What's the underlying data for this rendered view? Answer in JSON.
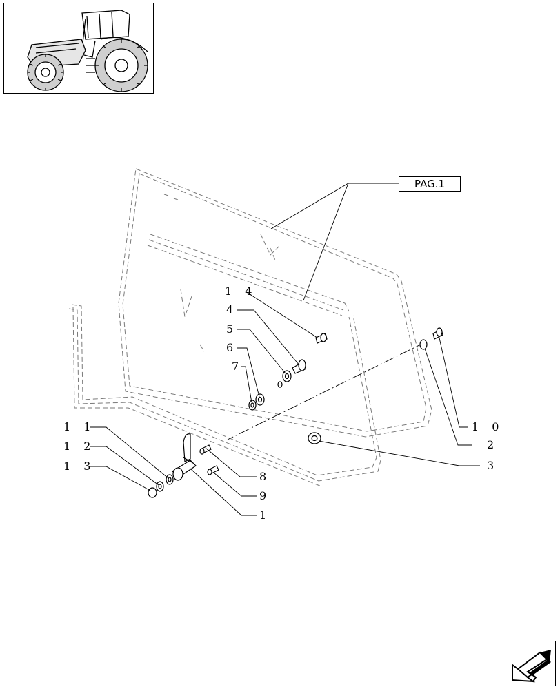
{
  "reference": {
    "label": "PAG.1"
  },
  "callouts": [
    "1",
    "2",
    "3",
    "4",
    "5",
    "6",
    "7",
    "8",
    "9",
    "1 0",
    "1 1",
    "1 2",
    "1 3",
    "1 4"
  ]
}
